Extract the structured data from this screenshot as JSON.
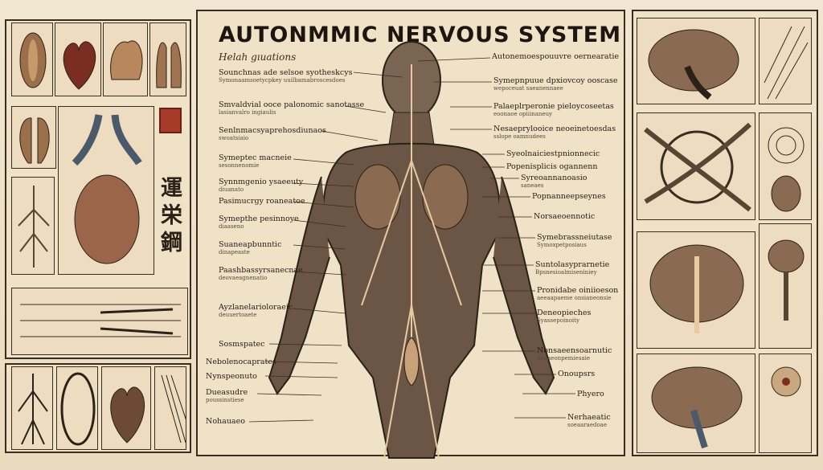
{
  "title": "AUTONMMIC   NERVOUS SYSTEM",
  "subtitle": "Helah gıuations",
  "kanji": [
    "運",
    "栄",
    "鋼"
  ],
  "labels_left": [
    {
      "text": "Sounchnas ade selsoe syotheskcys",
      "sub": "Symonaamsoetycpkey uuilbamabroscesdoes"
    },
    {
      "text": "Smvaldvial ooce palonomic sanotasse",
      "sub": "lasianvalro ingiaulis"
    },
    {
      "text": "Senlnmacsyaprehosdiunaos",
      "sub": "swoatsiaio"
    },
    {
      "text": "Symeptec macneie",
      "sub": "sesonnenomie"
    },
    {
      "text": "Synnmgenio ysaeeuty",
      "sub": "diuanato"
    },
    {
      "text": "Pasimucrgy roaneatoe",
      "sub": ""
    },
    {
      "text": "Symepthe pesinnoye",
      "sub": "diaaseno"
    },
    {
      "text": "Suaneapbunntic",
      "sub": "dinapeaste"
    },
    {
      "text": "Paashbassyrsanecnae",
      "sub": "deovaeagnenatio"
    },
    {
      "text": "Ayzlanelarioloraeic",
      "sub": "deuuertoaete"
    },
    {
      "text": "Sosmspatec",
      "sub": ""
    },
    {
      "text": "Nebolenocaprates",
      "sub": ""
    },
    {
      "text": "Nynspeonuto",
      "sub": ""
    },
    {
      "text": "Dueasudre",
      "sub": "poussinstiese"
    },
    {
      "text": "Nohauaeo",
      "sub": ""
    }
  ],
  "labels_right": [
    {
      "text": "Autonemoespouuvre oernearatie",
      "sub": ""
    },
    {
      "text": "Symepnpuue dpxiovcoy ooscase",
      "sub": "wepoceuat saeanennaee"
    },
    {
      "text": "Palaeplrperonie pieloycoseetas",
      "sub": "eoonaoe opiiinaneuy"
    },
    {
      "text": "Nesaeprylooice neoeinetoesdas",
      "sub": "sslope oamnudees"
    },
    {
      "text": "Syeolnaiciestpnionnecic",
      "sub": ""
    },
    {
      "text": "Popenisplicis ogannenn",
      "sub": ""
    },
    {
      "text": "Syreoannanoasio",
      "sub": "saneaes"
    },
    {
      "text": "Popnanneepseynes",
      "sub": ""
    },
    {
      "text": "Norsaeoennotic",
      "sub": ""
    },
    {
      "text": "Symebrassneiutase",
      "sub": "Symoxpetposiaus"
    },
    {
      "text": "Suntolasyprarnetie",
      "sub": "Bpsnesioalmiseniniey"
    },
    {
      "text": "Pronidabe oiniioeson",
      "sub": "aeeaapaeme onsianeonsie"
    },
    {
      "text": "Deneopieches",
      "sub": "Syassepoinoity"
    },
    {
      "text": "Nonsaeensoarnutic",
      "sub": "dneaeonpemiesaie"
    },
    {
      "text": "Onoupsrs",
      "sub": ""
    },
    {
      "text": "Phyero",
      "sub": ""
    },
    {
      "text": "Nerhaeatic",
      "sub": "soeaaraedoae"
    }
  ]
}
